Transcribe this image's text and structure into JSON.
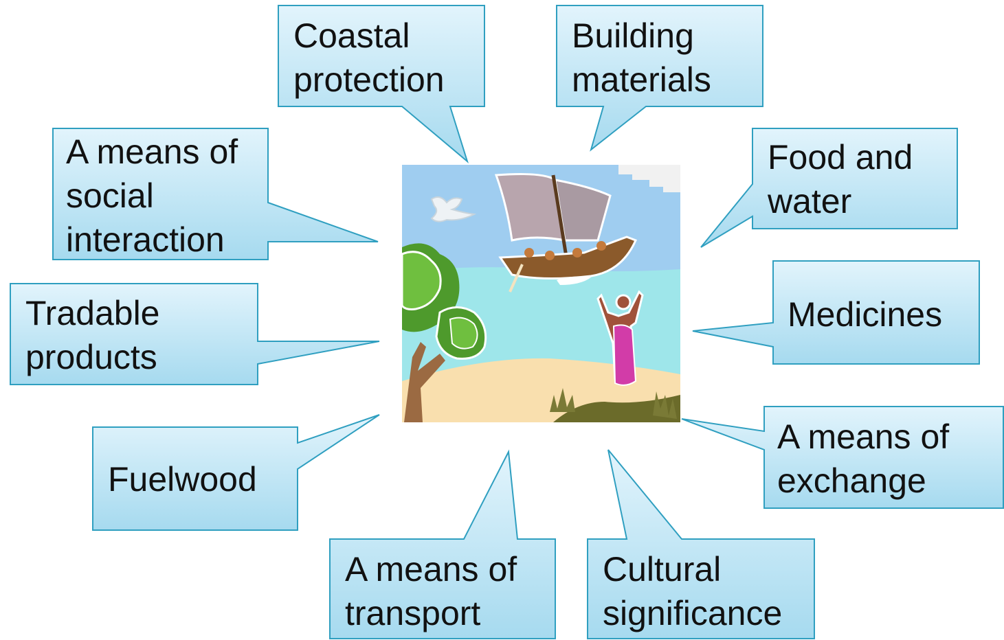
{
  "callouts": [
    {
      "id": "coastal-protection",
      "lines": [
        "Coastal",
        "protection"
      ]
    },
    {
      "id": "building-materials",
      "lines": [
        "Building",
        "materials"
      ]
    },
    {
      "id": "social-interaction",
      "lines": [
        "A means of",
        "social",
        "interaction"
      ]
    },
    {
      "id": "food-and-water",
      "lines": [
        "Food and",
        "water"
      ]
    },
    {
      "id": "tradable-products",
      "lines": [
        "Tradable",
        "products"
      ]
    },
    {
      "id": "medicines",
      "lines": [
        "Medicines"
      ]
    },
    {
      "id": "fuelwood",
      "lines": [
        "Fuelwood"
      ]
    },
    {
      "id": "means-of-exchange",
      "lines": [
        "A means of",
        "exchange"
      ]
    },
    {
      "id": "means-of-transport",
      "lines": [
        "A means of",
        "transport"
      ]
    },
    {
      "id": "cultural-significance",
      "lines": [
        "Cultural",
        "significance"
      ]
    }
  ],
  "colors": {
    "callout_fill_top": "#dff2fb",
    "callout_fill_bottom": "#a9dcf0",
    "callout_border": "#2f9fc0",
    "sky": "#9fcdf0",
    "sea": "#9ee6ea",
    "sand": "#f9dfae",
    "foliage": "#4e9a2c",
    "boat": "#8b5a2b",
    "sail": "#b8a5ad",
    "robe": "#d23ca8"
  },
  "icons": [
    "dove-icon",
    "boat-icon",
    "tree-icon",
    "person-icon",
    "cloud-icon"
  ]
}
